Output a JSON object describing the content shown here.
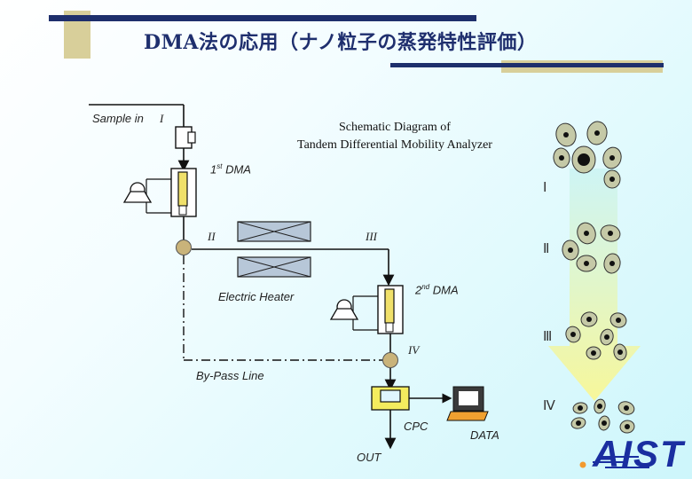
{
  "title": "DMA法の応用（ナノ粒子の蒸発特性評価）",
  "schematic": {
    "line1": "Schematic Diagram of",
    "line2": "Tandem Differential Mobility Analyzer"
  },
  "labels": {
    "sample_in": "Sample in",
    "dma1": "DMA",
    "dma1_prefix": "1",
    "dma1_sup": "st",
    "dma2": "DMA",
    "dma2_prefix": "2",
    "dma2_sup": "nd",
    "electric_heater": "Electric Heater",
    "bypass_line": "By-Pass Line",
    "cpc": "CPC",
    "data": "DATA",
    "out": "OUT"
  },
  "points": {
    "p1": "I",
    "p2": "II",
    "p3": "III",
    "p4": "IV"
  },
  "stages": [
    "Ⅰ",
    "Ⅱ",
    "Ⅲ",
    "Ⅳ"
  ],
  "logo": "AIST",
  "colors": {
    "title": "#1f2f6e",
    "heater_fill": "#b7c7d8",
    "node_fill": "#c9b37a",
    "particle_fill": "#c5c9a7",
    "arrow_top": "#ccf4f4",
    "arrow_bottom": "#f7f79a",
    "logo": "#1a2ea0"
  }
}
